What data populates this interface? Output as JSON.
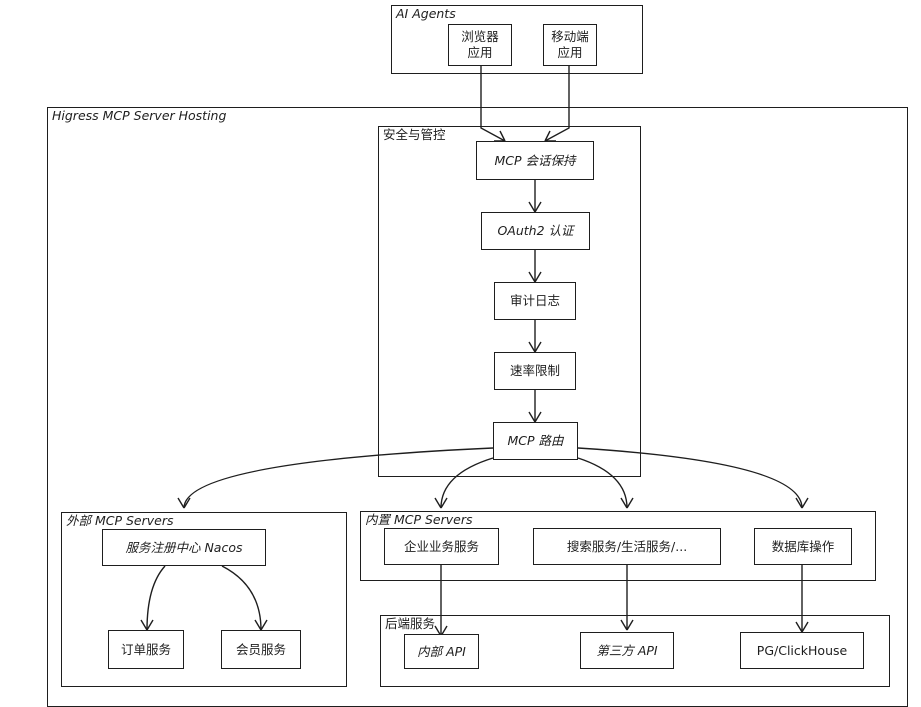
{
  "groups": {
    "ai_agents": "AI Agents",
    "hosting": "Higress MCP Server Hosting",
    "security": "安全与管控",
    "external": "外部 MCP Servers",
    "builtin": "内置 MCP Servers",
    "backend": "后端服务"
  },
  "nodes": {
    "browser": "浏览器\n应用",
    "mobile": "移动端\n应用",
    "session": "MCP 会话保持",
    "oauth": "OAuth2 认证",
    "audit": "审计日志",
    "ratelimit": "速率限制",
    "routing": "MCP 路由",
    "registry": "服务注册中心 Nacos",
    "order": "订单服务",
    "member": "会员服务",
    "enterprise": "企业业务服务",
    "search": "搜索服务/生活服务/...",
    "db": "数据库操作",
    "internal_api": "内部 API",
    "thirdparty_api": "第三方 API",
    "pg": "PG/ClickHouse"
  }
}
